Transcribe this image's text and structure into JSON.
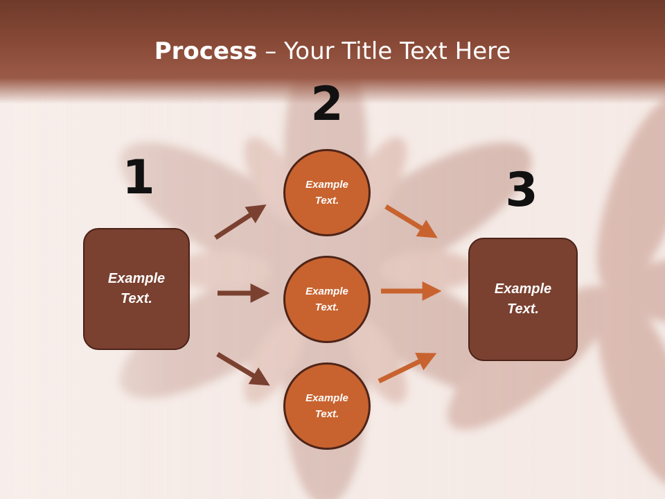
{
  "title": {
    "bold": "Process",
    "rest": " – Your Title Text Here"
  },
  "numbers": [
    "1",
    "2",
    "3"
  ],
  "left_box": {
    "text": "Example\nText."
  },
  "right_box": {
    "text": "Example\nText."
  },
  "circles": [
    {
      "text": "Example\nText."
    },
    {
      "text": "Example\nText."
    },
    {
      "text": "Example\nText."
    }
  ],
  "colors": {
    "box_fill": "#7a4030",
    "circle_fill": "#c8632f",
    "left_arrows": "#7a4030",
    "right_arrows": "#c8632f",
    "header": "#8a4b38"
  }
}
